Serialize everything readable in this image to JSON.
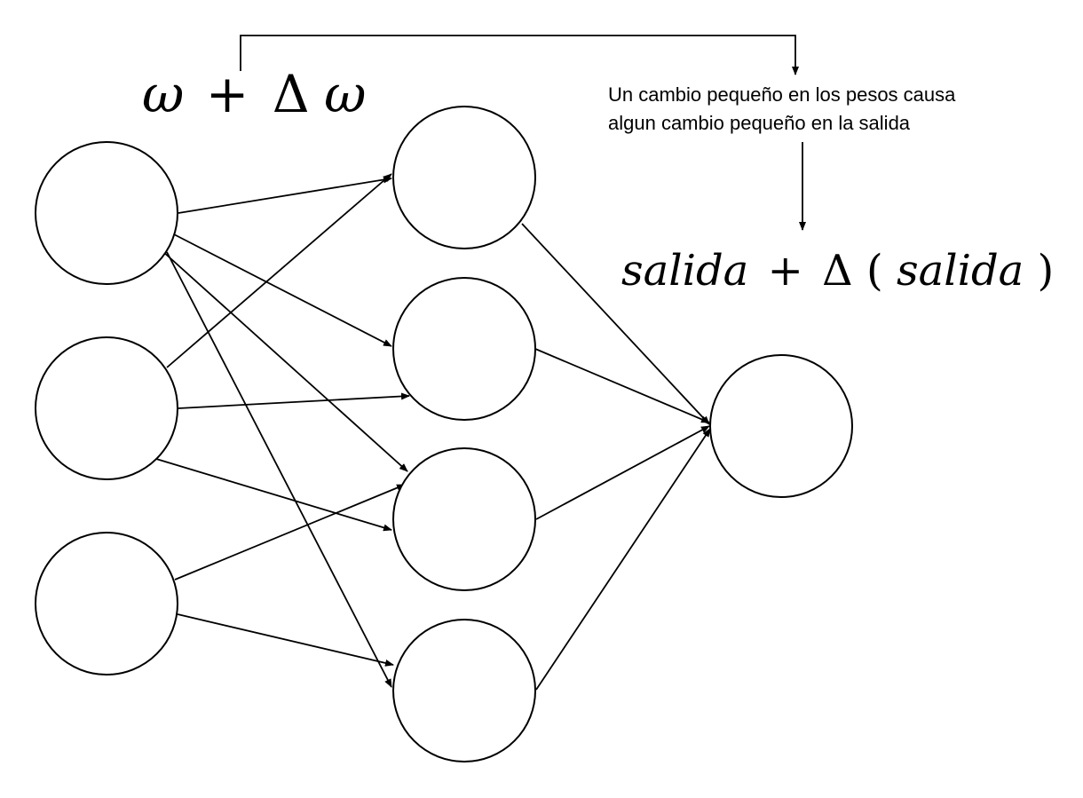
{
  "weight_expression": {
    "symbol": "ω",
    "operator": "+",
    "delta": "Δ",
    "delta_symbol": "ω"
  },
  "annotation": {
    "lines": [
      "Un cambio pequeño en los pesos causa",
      "algun cambio pequeño en la salida"
    ]
  },
  "output_expression": {
    "term": "salida",
    "operator": "+",
    "delta": "Δ",
    "open_paren": "(",
    "inner_term": "salida",
    "close_paren": ")"
  },
  "network": {
    "layers": [
      {
        "name": "input",
        "size": 3
      },
      {
        "name": "hidden",
        "size": 4
      },
      {
        "name": "output",
        "size": 1
      }
    ]
  }
}
